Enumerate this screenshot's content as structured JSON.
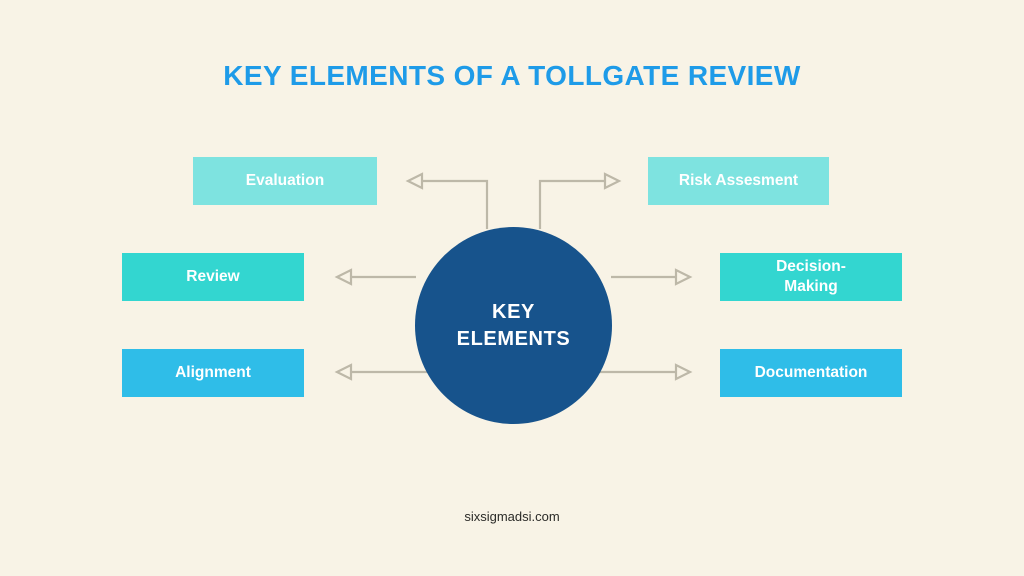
{
  "page": {
    "title": "KEY ELEMENTS OF A TOLLGATE REVIEW",
    "footer": "sixsigmadsi.com",
    "background_color": "#F8F3E6",
    "title_color": "#1E9BE8"
  },
  "center": {
    "line1": "KEY",
    "line2": "ELEMENTS",
    "color": "#17538C",
    "text_color": "#FFFFFF"
  },
  "elements": {
    "evaluation": {
      "label": "Evaluation",
      "color": "#7EE3E0",
      "side": "left",
      "row": "top"
    },
    "review": {
      "label": "Review",
      "color": "#33D6D0",
      "side": "left",
      "row": "middle"
    },
    "alignment": {
      "label": "Alignment",
      "color": "#2FBDE8",
      "side": "left",
      "row": "bottom"
    },
    "risk_assesment": {
      "label": "Risk Assesment",
      "color": "#7EE3E0",
      "side": "right",
      "row": "top"
    },
    "decision_making": {
      "label": "Decision-\nMaking",
      "color": "#33D6D0",
      "side": "right",
      "row": "middle"
    },
    "documentation": {
      "label": "Documentation",
      "color": "#2FBDE8",
      "side": "right",
      "row": "bottom"
    }
  },
  "connectors": {
    "color": "#BDB8A8",
    "style": "hollow-triangle-arrowhead",
    "items": [
      {
        "name": "center-to-evaluation",
        "shape": "elbow",
        "direction": "up-then-left"
      },
      {
        "name": "center-to-risk-assesment",
        "shape": "elbow",
        "direction": "up-then-right"
      },
      {
        "name": "center-to-review",
        "shape": "straight",
        "direction": "left"
      },
      {
        "name": "center-to-decision-making",
        "shape": "straight",
        "direction": "right"
      },
      {
        "name": "center-to-alignment",
        "shape": "straight",
        "direction": "left"
      },
      {
        "name": "center-to-documentation",
        "shape": "straight",
        "direction": "right"
      }
    ]
  }
}
